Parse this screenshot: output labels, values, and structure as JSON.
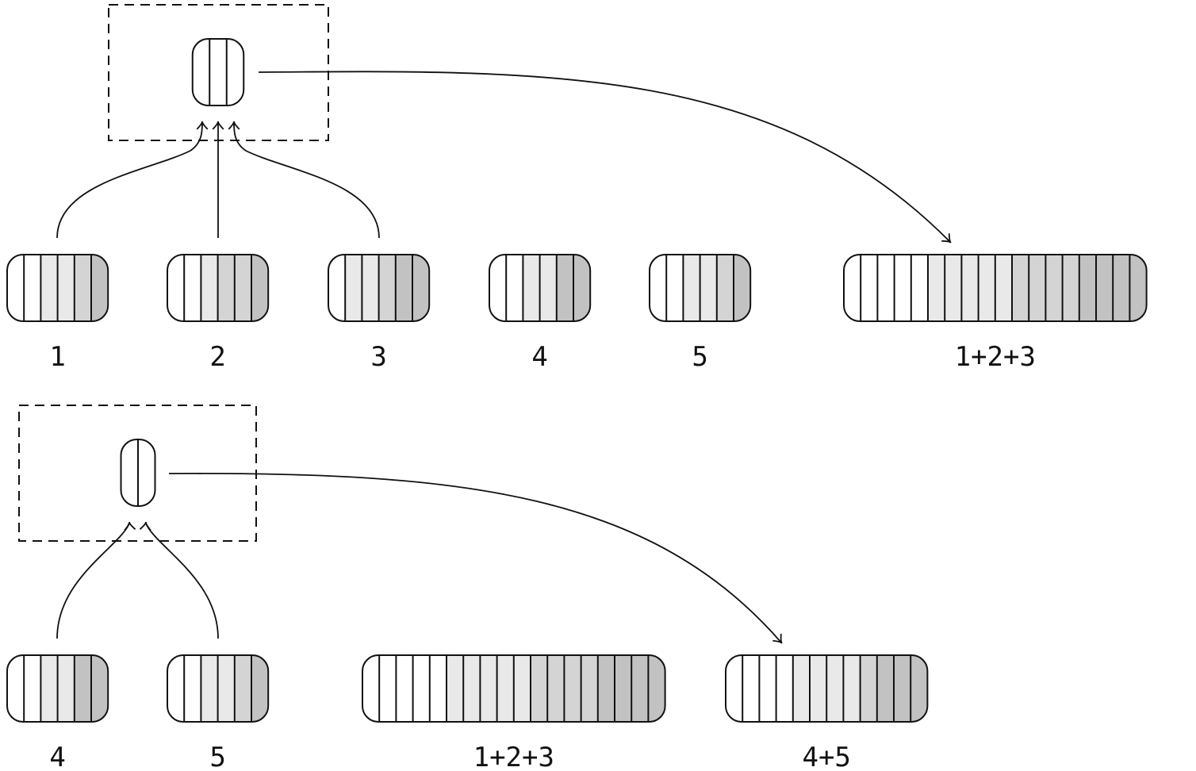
{
  "colors": {
    "white": "#ffffff",
    "light": "#e9e9e9",
    "mid": "#d4d4d4",
    "dark": "#c2c2c2",
    "stroke": "#111111"
  },
  "panels": [
    {
      "aggregator_cells": 3,
      "inputs": [
        {
          "label": "1",
          "cells": [
            "white",
            "white",
            "light",
            "light",
            "mid",
            "dark"
          ]
        },
        {
          "label": "2",
          "cells": [
            "white",
            "white",
            "light",
            "mid",
            "mid",
            "dark"
          ]
        },
        {
          "label": "3",
          "cells": [
            "white",
            "light",
            "light",
            "mid",
            "dark",
            "dark"
          ]
        }
      ],
      "others": [
        {
          "label": "4",
          "cells": [
            "white",
            "white",
            "light",
            "light",
            "dark",
            "dark"
          ]
        },
        {
          "label": "5",
          "cells": [
            "white",
            "white",
            "light",
            "light",
            "mid",
            "dark"
          ]
        }
      ],
      "result": {
        "label": "1+2+3",
        "cells": [
          "white",
          "white",
          "white",
          "white",
          "white",
          "light",
          "light",
          "light",
          "light",
          "light",
          "mid",
          "mid",
          "mid",
          "mid",
          "dark",
          "dark",
          "dark",
          "dark"
        ]
      }
    },
    {
      "aggregator_cells": 2,
      "inputs": [
        {
          "label": "4",
          "cells": [
            "white",
            "white",
            "light",
            "light",
            "dark",
            "dark"
          ]
        },
        {
          "label": "5",
          "cells": [
            "white",
            "white",
            "light",
            "light",
            "mid",
            "dark"
          ]
        }
      ],
      "others": [
        {
          "label": "1+2+3",
          "cells": [
            "white",
            "white",
            "white",
            "white",
            "white",
            "light",
            "light",
            "light",
            "light",
            "light",
            "mid",
            "mid",
            "mid",
            "mid",
            "dark",
            "dark",
            "dark",
            "dark"
          ]
        }
      ],
      "result": {
        "label": "4+5",
        "cells": [
          "white",
          "white",
          "white",
          "white",
          "light",
          "light",
          "light",
          "light",
          "mid",
          "dark",
          "dark",
          "dark"
        ]
      }
    }
  ]
}
